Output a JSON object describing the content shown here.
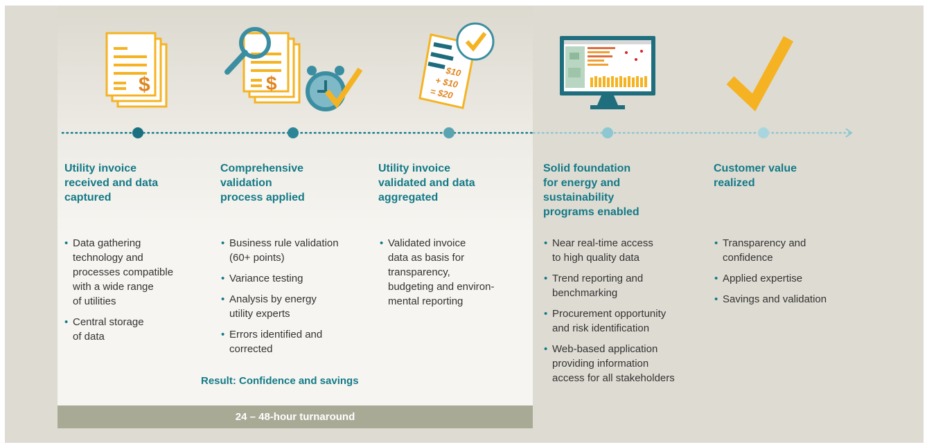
{
  "colors": {
    "accent_teal": "#137a87",
    "accent_orange": "#f5b323",
    "panel_bar": "#a9aa95",
    "background": "#dedbd2"
  },
  "steps": [
    {
      "title_lines": [
        "Utility invoice",
        "received and data",
        "captured"
      ],
      "icon": "invoice-dollar-icon",
      "bullets": [
        [
          "Data gathering",
          "technology and",
          "processes compatible",
          "with a wide range",
          "of utilities"
        ],
        [
          "Central storage",
          "of data"
        ]
      ]
    },
    {
      "title_lines": [
        "Comprehensive",
        "validation",
        "process applied"
      ],
      "icon": "magnifier-invoice-clock-icon",
      "bullets": [
        [
          "Business rule validation",
          "(60+ points)"
        ],
        [
          "Variance testing"
        ],
        [
          "Analysis by energy",
          "utility experts"
        ],
        [
          "Errors identified and",
          "corrected"
        ]
      ]
    },
    {
      "title_lines": [
        "Utility invoice",
        "validated and data",
        "aggregated"
      ],
      "icon": "receipt-check-icon",
      "receipt_text": [
        "$10",
        "+ $10",
        "= $20"
      ],
      "bullets": [
        [
          "Validated invoice",
          "data as basis for",
          "transparency,",
          "budgeting and environ-",
          "mental reporting"
        ]
      ]
    },
    {
      "title_lines": [
        "Solid foundation",
        "for energy and",
        "sustainability",
        "programs enabled"
      ],
      "icon": "monitor-dashboard-icon",
      "bullets": [
        [
          "Near real-time access",
          "to high quality data"
        ],
        [
          "Trend reporting and",
          "benchmarking"
        ],
        [
          "Procurement opportunity",
          "and risk identification"
        ],
        [
          "Web-based application",
          "providing information",
          "access for all stakeholders"
        ]
      ]
    },
    {
      "title_lines": [
        "Customer value",
        "realized"
      ],
      "icon": "checkmark-icon",
      "bullets": [
        [
          "Transparency and",
          "confidence"
        ],
        [
          "Applied expertise"
        ],
        [
          "Savings and validation"
        ]
      ]
    }
  ],
  "result_label": "Result: Confidence and savings",
  "turnaround_label": "24 – 48-hour turnaround"
}
